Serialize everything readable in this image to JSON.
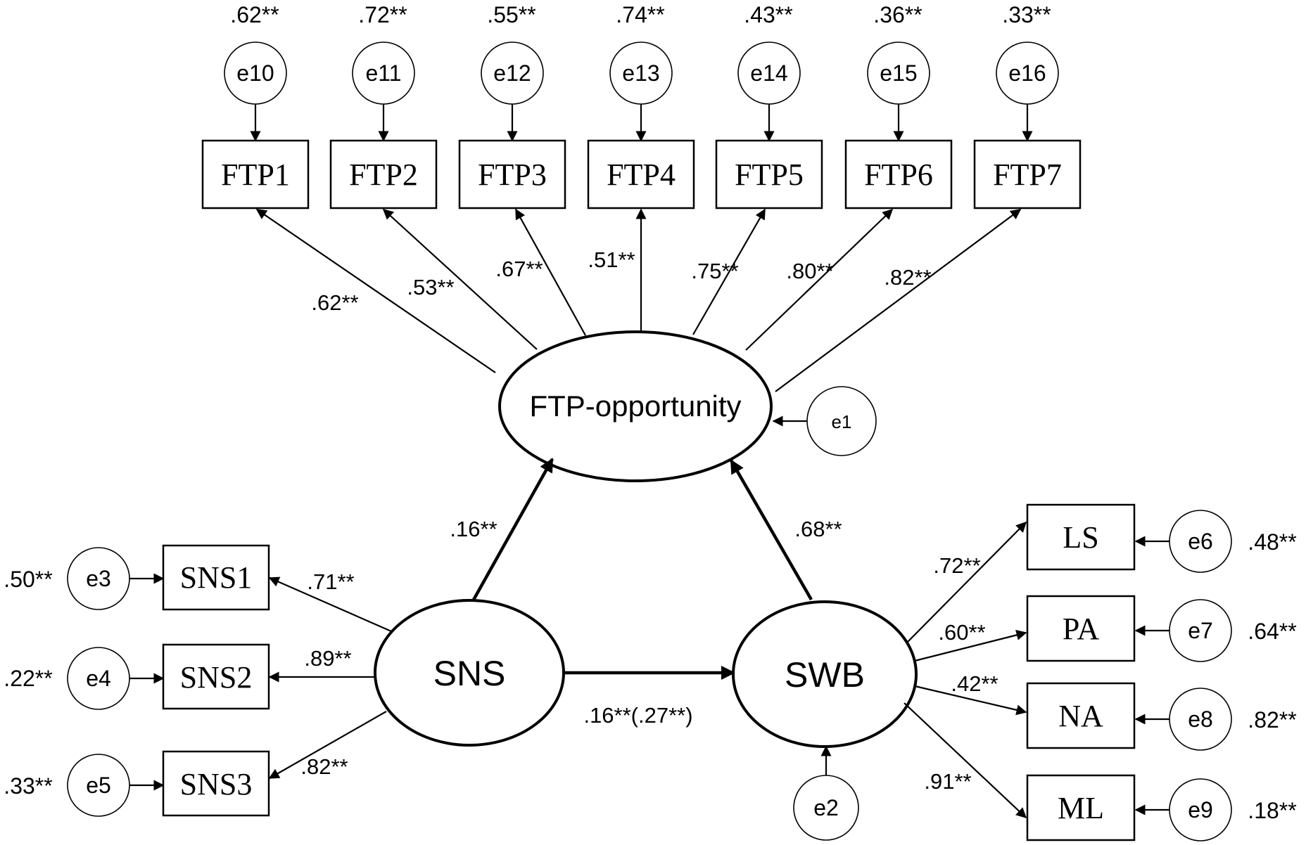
{
  "latent": {
    "ftp": "FTP-opportunity",
    "sns": "SNS",
    "swb": "SWB"
  },
  "ftp_items": [
    {
      "label": "FTP1",
      "error": "e10",
      "r2": ".62**",
      "loading": ".62**"
    },
    {
      "label": "FTP2",
      "error": "e11",
      "r2": ".72**",
      "loading": ".53**"
    },
    {
      "label": "FTP3",
      "error": "e12",
      "r2": ".55**",
      "loading": ".67**"
    },
    {
      "label": "FTP4",
      "error": "e13",
      "r2": ".74**",
      "loading": ".51**"
    },
    {
      "label": "FTP5",
      "error": "e14",
      "r2": ".43**",
      "loading": ".75**"
    },
    {
      "label": "FTP6",
      "error": "e15",
      "r2": ".36**",
      "loading": ".80**"
    },
    {
      "label": "FTP7",
      "error": "e16",
      "r2": ".33**",
      "loading": ".82**"
    }
  ],
  "sns_items": [
    {
      "label": "SNS1",
      "error": "e3",
      "r2": ".50**",
      "loading": ".71**"
    },
    {
      "label": "SNS2",
      "error": "e4",
      "r2": ".22**",
      "loading": ".89**"
    },
    {
      "label": "SNS3",
      "error": "e5",
      "r2": ".33**",
      "loading": ".82**"
    }
  ],
  "swb_items": [
    {
      "label": "LS",
      "error": "e6",
      "r2": ".48**",
      "loading": ".72**"
    },
    {
      "label": "PA",
      "error": "e7",
      "r2": ".64**",
      "loading": ".60**"
    },
    {
      "label": "NA",
      "error": "e8",
      "r2": ".82**",
      "loading": ".42**"
    },
    {
      "label": "ML",
      "error": "e9",
      "r2": ".18**",
      "loading": ".91**"
    }
  ],
  "structural": {
    "sns_to_ftp": ".16**",
    "swb_to_ftp": ".68**",
    "sns_to_swb": ".16**(.27**)"
  },
  "disturbances": {
    "ftp": "e1",
    "swb": "e2"
  }
}
